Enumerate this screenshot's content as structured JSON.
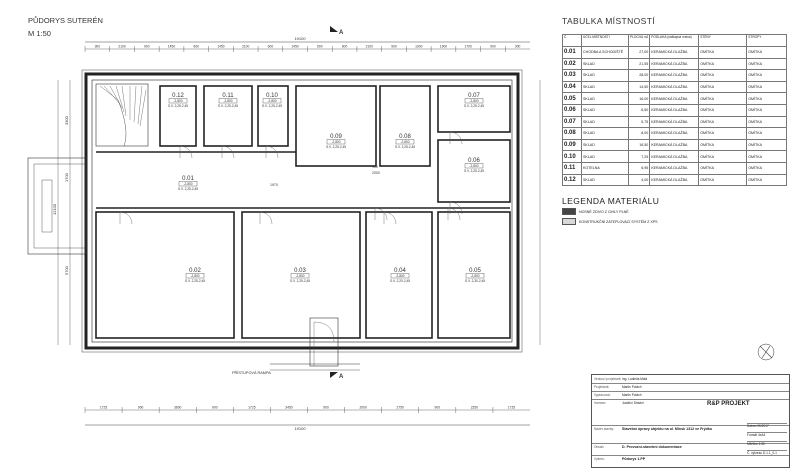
{
  "drawing": {
    "title": "PŮDORYS SUTERÉN",
    "scale": "M 1:50",
    "section_mark": "A",
    "overall_width_dim": "19100",
    "ramp_label": "PŘÍSTUPOVÁ RAMPA",
    "top_dims": [
      "300",
      "2100",
      "900",
      "1450",
      "600",
      "1450",
      "2100",
      "600",
      "1450",
      "600",
      "600",
      "2100",
      "900",
      "1000",
      "1900",
      "1700",
      "900",
      "300"
    ],
    "bottom_dims": [
      "1725",
      "900",
      "3600",
      "900",
      "1725",
      "3450",
      "900",
      "2000",
      "2750",
      "900",
      "2250",
      "1725"
    ],
    "left_dims": [
      "3300",
      "1700",
      "5700",
      "12100"
    ],
    "door_dims": [
      "900",
      "2000",
      "1970"
    ]
  },
  "rooms": [
    {
      "id": "0.01",
      "label": "0.01",
      "height": "-2,800",
      "sv": "S.V. 2,25-2,45"
    },
    {
      "id": "0.02",
      "label": "0.02",
      "height": "-2,800",
      "sv": "S.V. 2,25-2,45"
    },
    {
      "id": "0.03",
      "label": "0.03",
      "height": "-2,800",
      "sv": "S.V. 2,25-2,45"
    },
    {
      "id": "0.04",
      "label": "0.04",
      "height": "-2,800",
      "sv": "S.V. 2,20-2,45"
    },
    {
      "id": "0.05",
      "label": "0.05",
      "height": "-2,800",
      "sv": "S.V. 2,30-2,45"
    },
    {
      "id": "0.06",
      "label": "0.06",
      "height": "-2,800",
      "sv": "S.V. 2,25-2,45"
    },
    {
      "id": "0.07",
      "label": "0.07",
      "height": "-2,800",
      "sv": "S.V. 2,25-2,45"
    },
    {
      "id": "0.08",
      "label": "0.08",
      "height": "-2,800",
      "sv": "S.V. 2,25-2,45"
    },
    {
      "id": "0.09",
      "label": "0.09",
      "height": "-2,800",
      "sv": "S.V. 2,25-2,45"
    },
    {
      "id": "0.10",
      "label": "0.10",
      "height": "-2,800",
      "sv": "S.V. 2,25-2,45"
    },
    {
      "id": "0.11",
      "label": "0.11",
      "height": "-2,800",
      "sv": "S.V. 2,25-2,45"
    },
    {
      "id": "0.12",
      "label": "0.12",
      "height": "-2,800",
      "sv": "S.V. 2,25-2,45"
    }
  ],
  "table": {
    "title": "TABULKA MÍSTNOSTÍ",
    "headers": [
      "Č.",
      "ÚČEL MÍSTNOSTI",
      "PLOCHA m2",
      "PODLAHA (nášlapná vrstva)",
      "STĚNY",
      "STROPY"
    ],
    "rows": [
      {
        "num": "0.01",
        "name": "CHODBA A SCHODIŠTĚ",
        "area": "27,00",
        "floor": "KERAMICKÁ DLAŽBA",
        "walls": "OMÍTKA",
        "ceiling": "OMÍTKA"
      },
      {
        "num": "0.02",
        "name": "SKLAD",
        "area": "21,55",
        "floor": "KERAMICKÁ DLAŽBA",
        "walls": "OMÍTKA",
        "ceiling": "OMÍTKA"
      },
      {
        "num": "0.03",
        "name": "SKLAD",
        "area": "28,00",
        "floor": "KERAMICKÁ DLAŽBA",
        "walls": "OMÍTKA",
        "ceiling": "OMÍTKA"
      },
      {
        "num": "0.04",
        "name": "SKLAD",
        "area": "14,50",
        "floor": "KERAMICKÁ DLAŽBA",
        "walls": "OMÍTKA",
        "ceiling": "OMÍTKA"
      },
      {
        "num": "0.05",
        "name": "SKLAD",
        "area": "16,00",
        "floor": "KERAMICKÁ DLAŽBA",
        "walls": "OMÍTKA",
        "ceiling": "OMÍTKA"
      },
      {
        "num": "0.06",
        "name": "SKLAD",
        "area": "6,50",
        "floor": "KERAMICKÁ DLAŽBA",
        "walls": "OMÍTKA",
        "ceiling": "OMÍTKA"
      },
      {
        "num": "0.07",
        "name": "SKLAD",
        "area": "5,75",
        "floor": "KERAMICKÁ DLAŽBA",
        "walls": "OMÍTKA",
        "ceiling": "OMÍTKA"
      },
      {
        "num": "0.08",
        "name": "SKLAD",
        "area": "8,00",
        "floor": "KERAMICKÁ DLAŽBA",
        "walls": "OMÍTKA",
        "ceiling": "OMÍTKA"
      },
      {
        "num": "0.09",
        "name": "SKLAD",
        "area": "16,50",
        "floor": "KERAMICKÁ DLAŽBA",
        "walls": "OMÍTKA",
        "ceiling": "OMÍTKA"
      },
      {
        "num": "0.10",
        "name": "SKLAD",
        "area": "7,25",
        "floor": "KERAMICKÁ DLAŽBA",
        "walls": "OMÍTKA",
        "ceiling": "OMÍTKA"
      },
      {
        "num": "0.11",
        "name": "KOTELNA",
        "area": "6,95",
        "floor": "KERAMICKÁ DLAŽBA",
        "walls": "OMÍTKA",
        "ceiling": "OMÍTKA"
      },
      {
        "num": "0.12",
        "name": "SKLAD",
        "area": "4,00",
        "floor": "KERAMICKÁ DLAŽBA",
        "walls": "OMÍTKA",
        "ceiling": "OMÍTKA"
      }
    ]
  },
  "legend": {
    "title": "LEGENDA MATERIÁLU",
    "items": [
      {
        "label": "NOSNÉ ZDIVO Z CIHLY PLNÉ"
      },
      {
        "label": "KONSTRUKČNÍ ZATEPLOVACÍ SYSTÉM Z XPS"
      }
    ]
  },
  "titleblock": {
    "company": "R&P PROJEKT",
    "rows": [
      {
        "label": "Vedoucí projektant:",
        "value": "Ing. Ludmila Malá"
      },
      {
        "label": "Projektant:",
        "value": "Martin Polách"
      },
      {
        "label": "Vypracoval:",
        "value": "Martin Polách"
      },
      {
        "label": "Investor:",
        "value": "Justiční Strážní"
      },
      {
        "label": "Název stavby:",
        "value": "Stavební úpravy objektu na ul. Mlnsk 1312 ve Frýdku"
      },
      {
        "label": "Obsah:",
        "value": "D. Provozní-stavební dokumentace"
      },
      {
        "label": "Výkres:",
        "value": "Půdorys 1.PP"
      }
    ],
    "meta": [
      {
        "label": "Datum",
        "value": "06/2017"
      },
      {
        "label": "Formát",
        "value": "4xA4"
      },
      {
        "label": "Měřítko",
        "value": "1:50"
      },
      {
        "label": "Č. výkresu",
        "value": "D.1.1_0-1"
      }
    ]
  }
}
